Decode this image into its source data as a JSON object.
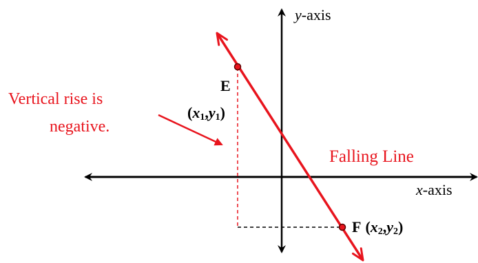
{
  "colors": {
    "axis": "#000000",
    "line": "#e8141d",
    "annotation": "#e8141d",
    "guide": "#000000"
  },
  "axes": {
    "y_label_var": "y",
    "y_label_text": "-axis",
    "x_label_var": "x",
    "x_label_text": "-axis"
  },
  "points": {
    "E": {
      "name": "E",
      "coord_open": "(",
      "x_var": "x",
      "x_sub": "1",
      "comma": ",",
      "y_var": "y",
      "y_sub": "1",
      "coord_close": ")"
    },
    "F": {
      "name": "F",
      "coord_open": "(",
      "x_var": "x",
      "x_sub": "2",
      "comma": ",",
      "y_var": "y",
      "y_sub": "2",
      "coord_close": ")"
    }
  },
  "annotations": {
    "vertical_rise_line1": "Vertical rise is",
    "vertical_rise_line2": "negative.",
    "falling_line": "Falling Line"
  },
  "icons": [
    "arrow-head",
    "point-marker"
  ]
}
